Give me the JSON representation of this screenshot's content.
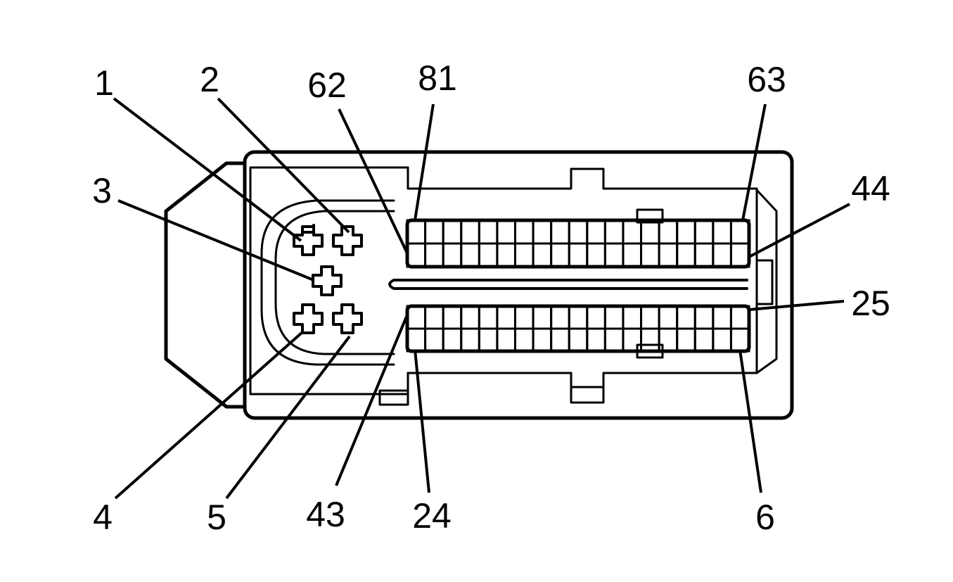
{
  "diagram": {
    "type": "connector-pinout",
    "labels": {
      "top": [
        "1",
        "2",
        "62",
        "81",
        "63"
      ],
      "left": [
        "3"
      ],
      "right": [
        "44",
        "25"
      ],
      "bottom": [
        "4",
        "5",
        "43",
        "24",
        "6"
      ]
    },
    "cavity_grid": {
      "upper": {
        "rows": 2,
        "cols": 19
      },
      "lower": {
        "rows": 2,
        "cols": 19
      }
    },
    "large_cavities": 5,
    "colors": {
      "line": "#000000",
      "background": "#ffffff"
    }
  }
}
